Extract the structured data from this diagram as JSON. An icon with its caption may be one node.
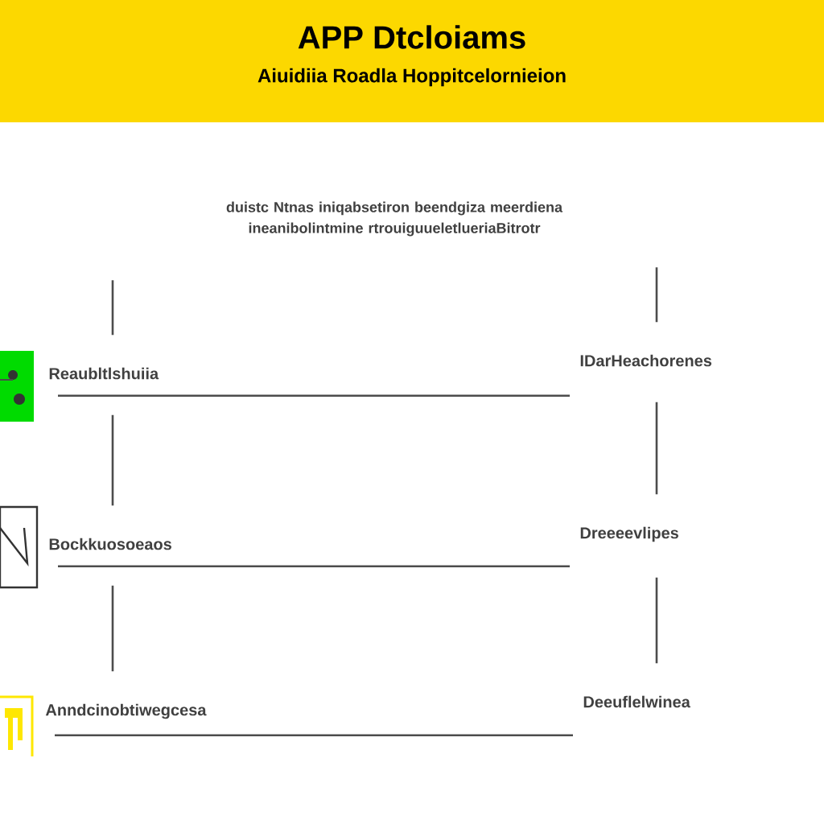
{
  "diagram": {
    "title": "APP Dtcloiams",
    "caption": "Aiuidiia Roadla Hoppitcelornieion",
    "nodes": [
      {
        "text": [
          "duistc Ntnas iniqabsetiron beendgiza meerdiena ineanibolintmine rtrouiguueletlueriaBitrotr"
        ]
      },
      {
        "text": [
          "Reaubltlshuiia"
        ]
      },
      {
        "text": [
          "IDarHeachorenes"
        ]
      },
      {
        "text": [
          "Bockkuosoeaos"
        ]
      },
      {
        "text": [
          "Dreeeevlipes"
        ]
      },
      {
        "text": [
          "Anndcinobtiwegcesa"
        ]
      },
      {
        "text": [
          "Deeuflelwinea"
        ]
      }
    ],
    "edges": [
      {
        "from": null,
        "to": 1,
        "arrow": "none"
      },
      {
        "from": null,
        "to": 2,
        "arrow": "none"
      },
      {
        "from": 1,
        "to": 2,
        "arrow": "none"
      },
      {
        "from": 1,
        "to": 3,
        "arrow": "none"
      },
      {
        "from": 2,
        "to": 4,
        "arrow": "none"
      },
      {
        "from": 3,
        "to": 4,
        "arrow": "none"
      },
      {
        "from": 3,
        "to": 5,
        "arrow": "none"
      },
      {
        "from": 4,
        "to": 6,
        "arrow": "none"
      },
      {
        "from": 5,
        "to": 6,
        "arrow": "none"
      }
    ]
  }
}
